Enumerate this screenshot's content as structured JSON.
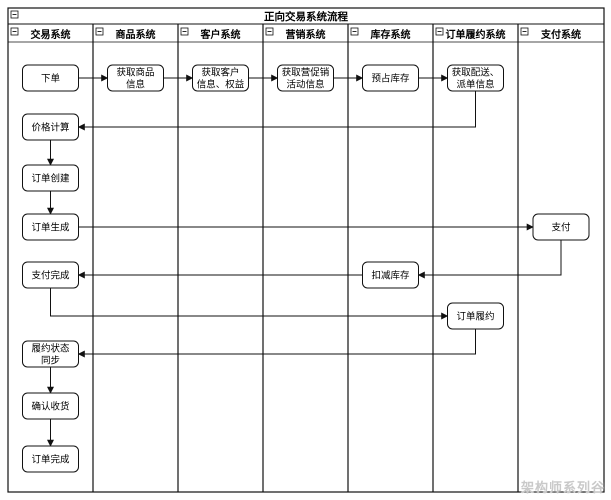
{
  "title": "正向交易系统流程",
  "lanes": [
    {
      "id": "trade",
      "label": "交易系统"
    },
    {
      "id": "product",
      "label": "商品系统"
    },
    {
      "id": "customer",
      "label": "客户系统"
    },
    {
      "id": "marketing",
      "label": "营销系统"
    },
    {
      "id": "inventory",
      "label": "库存系统"
    },
    {
      "id": "fulfillment",
      "label": "订单履约系统"
    },
    {
      "id": "payment",
      "label": "支付系统"
    }
  ],
  "nodes": [
    {
      "id": "order",
      "lane": "trade",
      "lines": [
        "下单"
      ]
    },
    {
      "id": "get-product",
      "lane": "product",
      "lines": [
        "获取商品",
        "信息"
      ]
    },
    {
      "id": "get-customer",
      "lane": "customer",
      "lines": [
        "获取客户",
        "信息、权益"
      ]
    },
    {
      "id": "get-marketing",
      "lane": "marketing",
      "lines": [
        "获取营促销",
        "活动信息"
      ]
    },
    {
      "id": "pre-stock",
      "lane": "inventory",
      "lines": [
        "预占库存"
      ]
    },
    {
      "id": "get-delivery",
      "lane": "fulfillment",
      "lines": [
        "获取配送、",
        "派单信息"
      ]
    },
    {
      "id": "price-calc",
      "lane": "trade",
      "lines": [
        "价格计算"
      ]
    },
    {
      "id": "order-create",
      "lane": "trade",
      "lines": [
        "订单创建"
      ]
    },
    {
      "id": "order-gen",
      "lane": "trade",
      "lines": [
        "订单生成"
      ]
    },
    {
      "id": "pay",
      "lane": "payment",
      "lines": [
        "支付"
      ]
    },
    {
      "id": "deduct-stock",
      "lane": "inventory",
      "lines": [
        "扣减库存"
      ]
    },
    {
      "id": "pay-done",
      "lane": "trade",
      "lines": [
        "支付完成"
      ]
    },
    {
      "id": "fulfill",
      "lane": "fulfillment",
      "lines": [
        "订单履约"
      ]
    },
    {
      "id": "status-sync",
      "lane": "trade",
      "lines": [
        "履约状态",
        "同步"
      ]
    },
    {
      "id": "confirm",
      "lane": "trade",
      "lines": [
        "确认收货"
      ]
    },
    {
      "id": "order-done",
      "lane": "trade",
      "lines": [
        "订单完成"
      ]
    }
  ],
  "edges": [
    {
      "from": "order",
      "to": "get-product"
    },
    {
      "from": "get-product",
      "to": "get-customer"
    },
    {
      "from": "get-customer",
      "to": "get-marketing"
    },
    {
      "from": "get-marketing",
      "to": "pre-stock"
    },
    {
      "from": "pre-stock",
      "to": "get-delivery"
    },
    {
      "from": "get-delivery",
      "to": "price-calc"
    },
    {
      "from": "price-calc",
      "to": "order-create"
    },
    {
      "from": "order-create",
      "to": "order-gen"
    },
    {
      "from": "order-gen",
      "to": "pay"
    },
    {
      "from": "pay",
      "to": "deduct-stock"
    },
    {
      "from": "deduct-stock",
      "to": "pay-done"
    },
    {
      "from": "pay-done",
      "to": "fulfill"
    },
    {
      "from": "fulfill",
      "to": "status-sync"
    },
    {
      "from": "status-sync",
      "to": "confirm"
    },
    {
      "from": "confirm",
      "to": "order-done"
    }
  ],
  "lane_icon": "collapse-minus-icon",
  "watermark": "架构师系列谷",
  "colors": {
    "line": "#111111",
    "node_fill": "#ffffff",
    "background": "#ffffff",
    "watermark": "#c9c9c9"
  }
}
